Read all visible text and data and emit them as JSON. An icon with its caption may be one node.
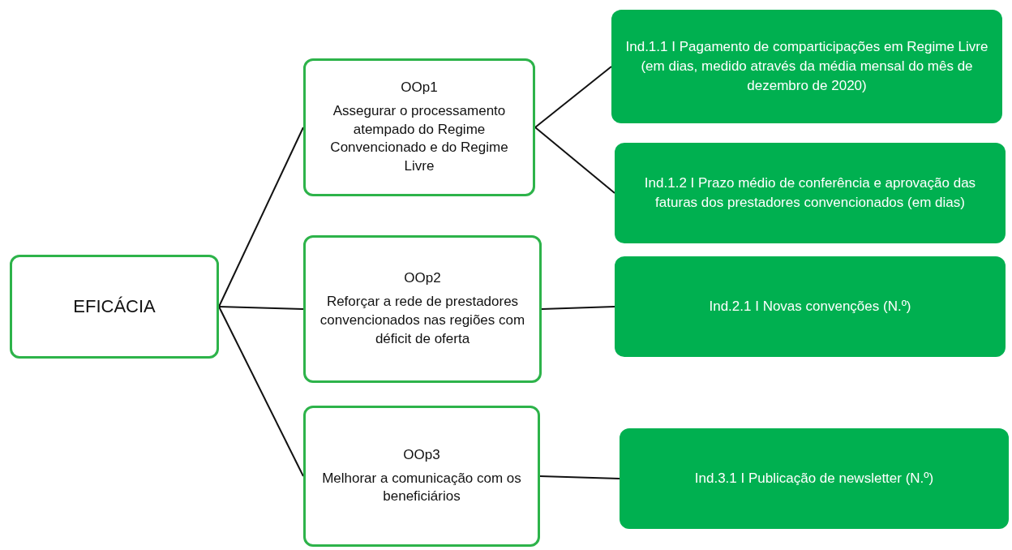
{
  "diagram": {
    "nodes": [
      {
        "text": [
          "EFICÁCIA"
        ]
      },
      {
        "text": [
          "OOp1",
          "Assegurar o processamento atempado do Regime Convencionado e do Regime Livre"
        ]
      },
      {
        "text": [
          "OOp2",
          "Reforçar a rede de prestadores convencionados nas regiões com déficit de oferta"
        ]
      },
      {
        "text": [
          "OOp3",
          "Melhorar a comunicação com os beneficiários"
        ]
      },
      {
        "text": [
          "Ind.1.1 I Pagamento de comparticipações em Regime Livre (em dias, medido através da média mensal do mês de dezembro de 2020)"
        ]
      },
      {
        "text": [
          "Ind.1.2 I Prazo médio de conferência e aprovação das faturas dos prestadores convencionados (em dias)"
        ]
      },
      {
        "text": [
          "Ind.2.1 I Novas convenções (N.º)"
        ]
      },
      {
        "text": [
          "Ind.3.1 I Publicação de newsletter (N.º)"
        ]
      }
    ],
    "edges": [
      {
        "from": 0,
        "to": 1,
        "arrow": "none"
      },
      {
        "from": 0,
        "to": 2,
        "arrow": "none"
      },
      {
        "from": 0,
        "to": 3,
        "arrow": "none"
      },
      {
        "from": 1,
        "to": 4,
        "arrow": "none"
      },
      {
        "from": 1,
        "to": 5,
        "arrow": "none"
      },
      {
        "from": 2,
        "to": 6,
        "arrow": "none"
      },
      {
        "from": 3,
        "to": 7,
        "arrow": "none"
      }
    ]
  }
}
